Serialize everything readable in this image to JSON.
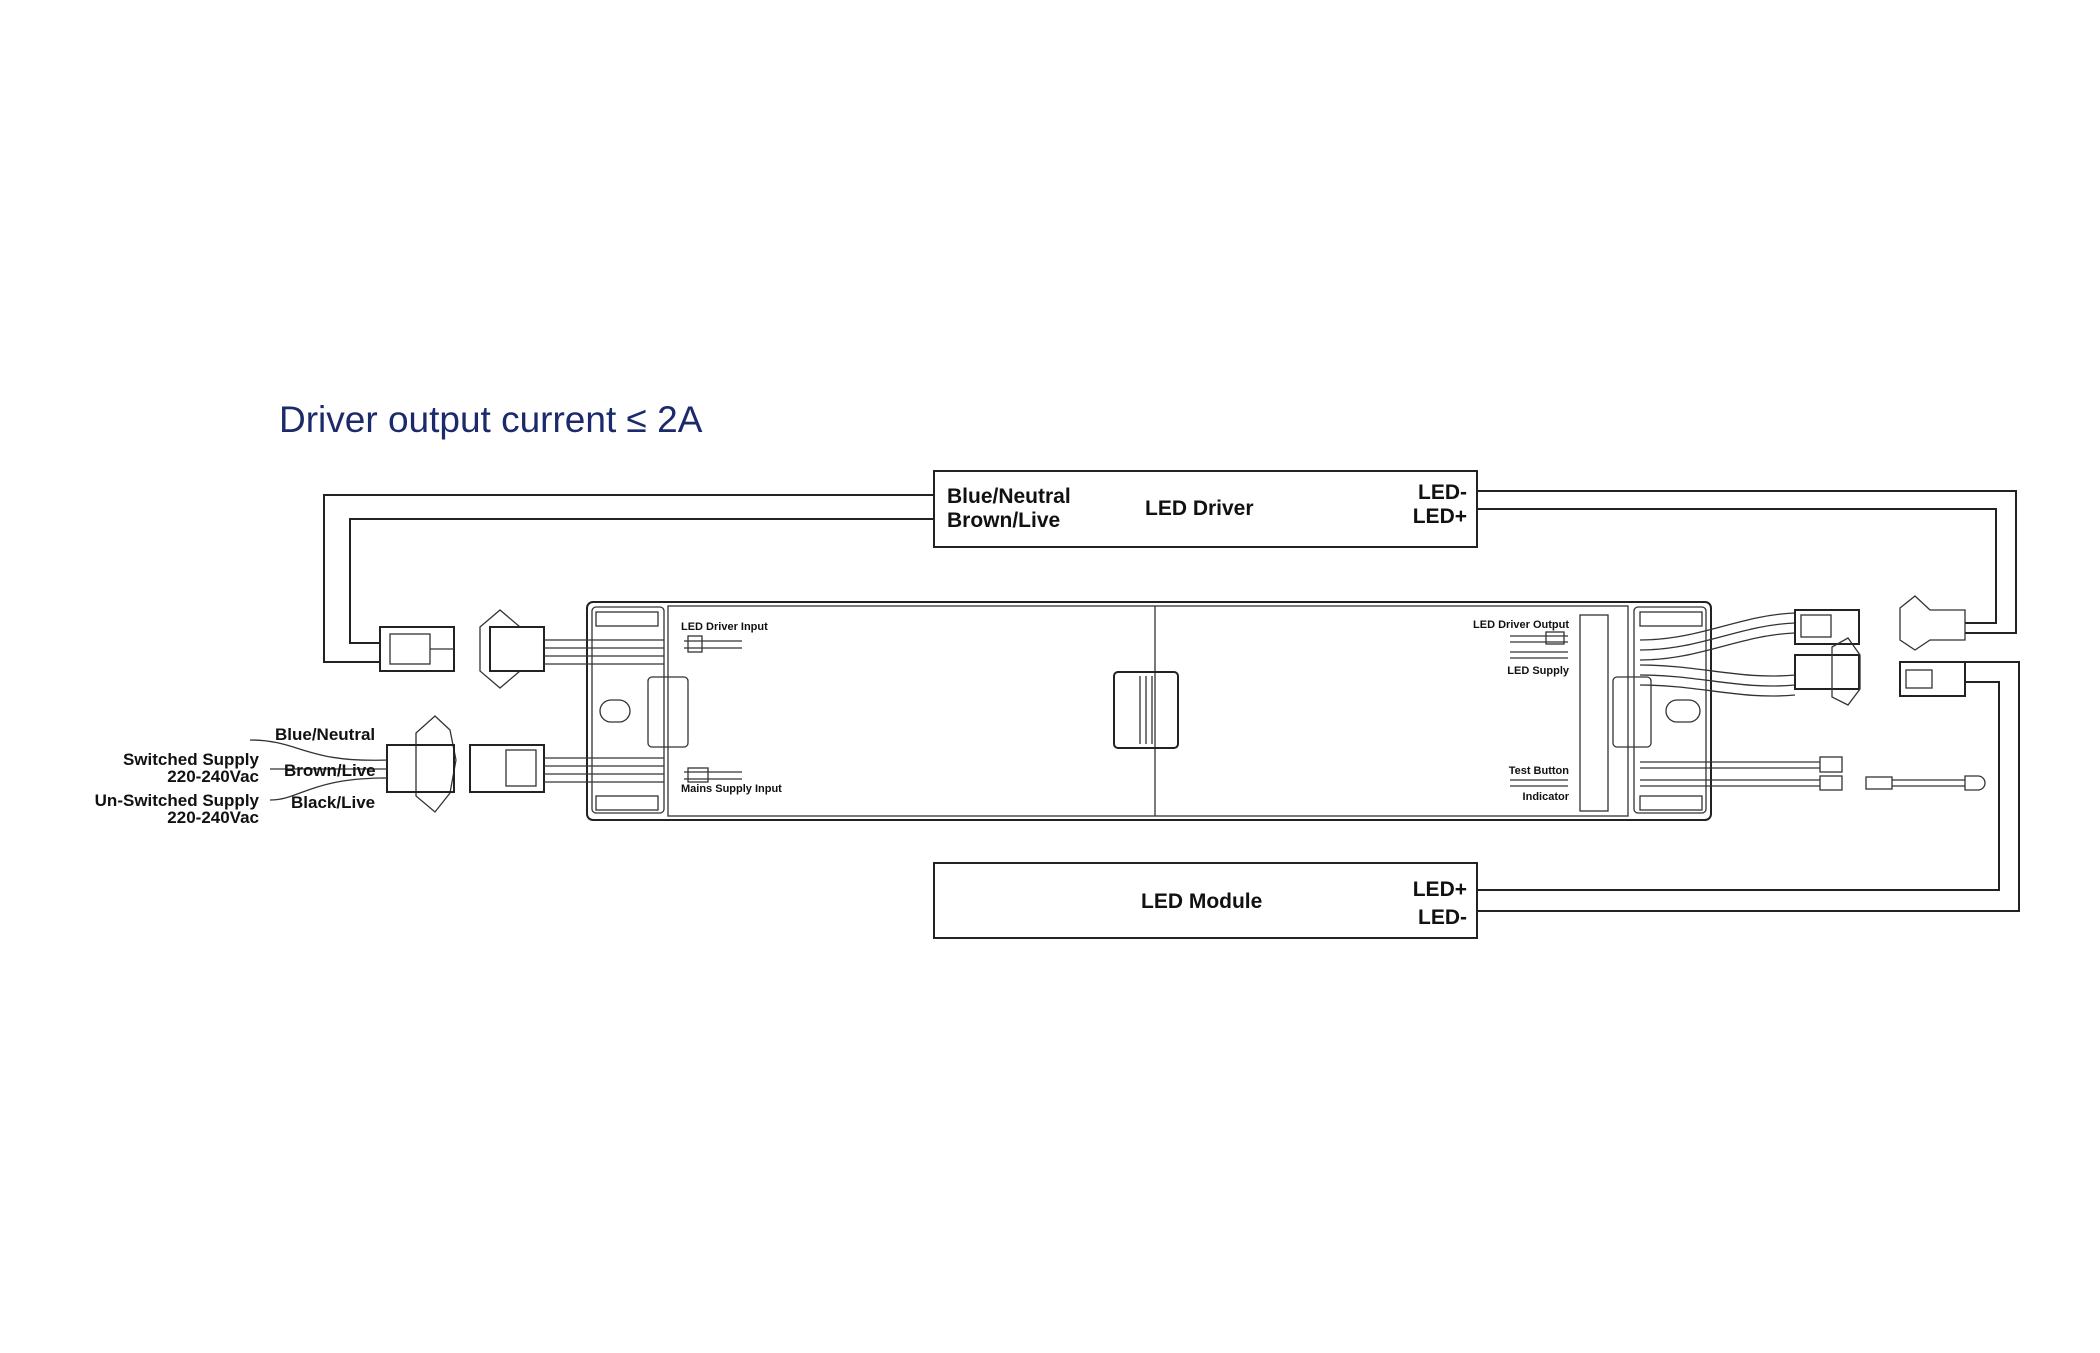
{
  "title": "Driver output current ≤ 2A",
  "colors": {
    "title": "#1b2a6b",
    "lines": "#222222"
  },
  "led_driver": {
    "label": "LED Driver",
    "input_1": "Blue/Neutral",
    "input_2": "Brown/Live",
    "output_1": "LED-",
    "output_2": "LED+"
  },
  "led_module": {
    "label": "LED Module",
    "terminal_1": "LED+",
    "terminal_2": "LED-"
  },
  "supply": {
    "wire_blue": "Blue/Neutral",
    "wire_brown": "Brown/Live",
    "wire_black": "Black/Live",
    "switched": "Switched Supply",
    "switched_v": "220-240Vac",
    "unswitched": "Un-Switched Supply",
    "unswitched_v": "220-240Vac"
  },
  "unit": {
    "led_driver_input": "LED Driver Input",
    "mains_supply_input": "Mains Supply Input",
    "led_driver_output": "LED Driver Output",
    "led_supply": "LED Supply",
    "test_button": "Test Button",
    "indicator": "Indicator"
  }
}
